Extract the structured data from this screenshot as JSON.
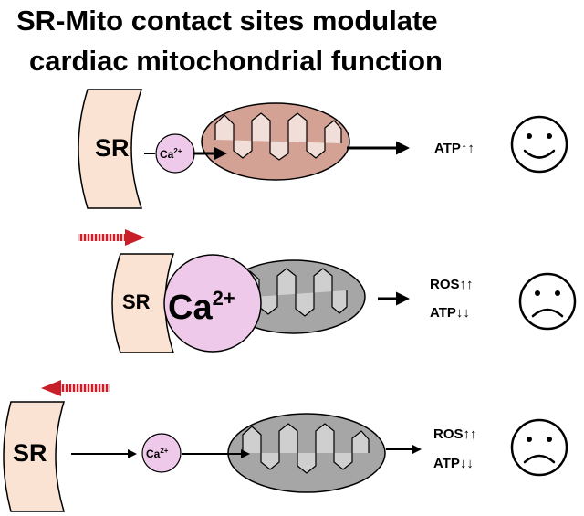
{
  "title": {
    "line1": "SR-Mito contact sites modulate",
    "line2": "cardiac mitochondrial function"
  },
  "panels": [
    {
      "sr_label": "SR",
      "ion_label": "Ca",
      "ion_charge": "2+",
      "outcomes": [
        "ATP↑↑"
      ],
      "face": "happy-face-icon",
      "mito_color": "#d4a295"
    },
    {
      "sr_label": "SR",
      "ion_label": "Ca",
      "ion_charge": "2+",
      "outcomes": [
        "ROS↑↑",
        "ATP↓↓"
      ],
      "face": "sad-face-icon",
      "mito_color": "#a6a6a6",
      "shift_arrow": "right"
    },
    {
      "sr_label": "SR",
      "ion_label": "Ca",
      "ion_charge": "2+",
      "outcomes": [
        "ROS↑↑",
        "ATP↓↓"
      ],
      "face": "sad-face-icon",
      "mito_color": "#a6a6a6",
      "shift_arrow": "left"
    }
  ],
  "colors": {
    "sr_fill": "#fbe3d4",
    "ca_fill": "#efc9ea",
    "shift_arrow": "#c8202a",
    "ink": "#000000"
  }
}
